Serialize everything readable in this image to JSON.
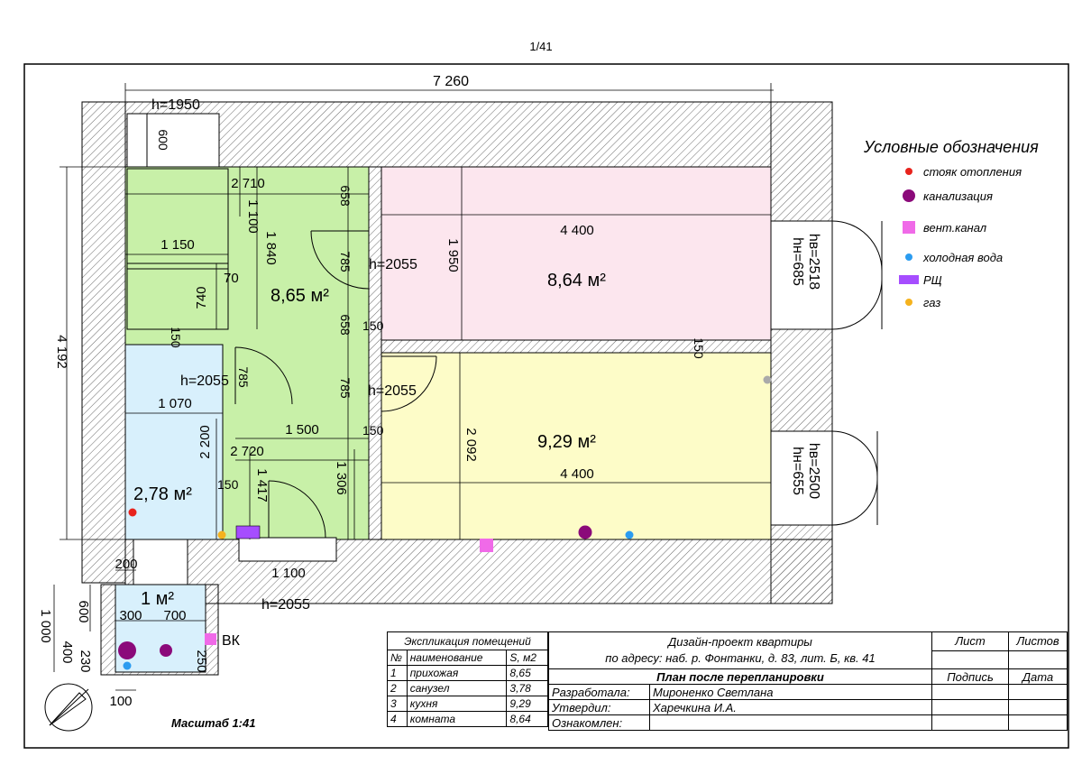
{
  "sheet_number": "1/41",
  "overall_dims": {
    "width": "7 260",
    "height": "4 192"
  },
  "rooms": [
    {
      "name": "hallway_area",
      "area": "8,65 м²"
    },
    {
      "name": "room_area",
      "area": "8,64 м²"
    },
    {
      "name": "kitchen_area",
      "area": "9,29 м²"
    },
    {
      "name": "bath_area",
      "area": "2,78 м²"
    },
    {
      "name": "wc_area",
      "area": "1 м²"
    }
  ],
  "dims": {
    "d_2710": "2 710",
    "d_1100a": "1 100",
    "d_1840": "1 840",
    "d_658a": "658",
    "d_785a": "785",
    "d_658b": "658",
    "d_785b": "785",
    "d_785c": "785",
    "d_1150": "1 150",
    "d_70": "70",
    "d_740": "740",
    "d_150a": "150",
    "d_150b": "150",
    "d_150c": "150",
    "d_150d": "150",
    "d_150e": "150",
    "d_1070": "1 070",
    "d_2200": "2 200",
    "d_1500": "1 500",
    "d_2720": "2 720",
    "d_1417": "1 417",
    "d_1306": "1 306",
    "d_4400a": "4 400",
    "d_1950": "1 950",
    "d_4400b": "4 400",
    "d_2092": "2 092",
    "d_1100b": "1 100",
    "d_600a": "600",
    "d_200": "200",
    "d_600b": "600",
    "d_1000": "1 000",
    "d_300": "300",
    "d_700": "700",
    "d_400": "400",
    "d_230": "230",
    "d_250": "250",
    "d_100": "100"
  },
  "heights": {
    "h_top": "h=1950",
    "h_door1": "h=2055",
    "h_door2": "h=2055",
    "h_door3": "h=2055",
    "h_entry": "h=2055",
    "win1_top": "hв=2518",
    "win1_bot": "hн=685",
    "win2_top": "hв=2500",
    "win2_bot": "hн=655"
  },
  "vk_label": "ВК",
  "legend": {
    "title": "Условные обозначения",
    "items": [
      {
        "label": "стояк отопления",
        "color": "#e8231c",
        "shape": "dot-small"
      },
      {
        "label": "канализация",
        "color": "#8b0a7a",
        "shape": "dot-large"
      },
      {
        "label": "вент.канал",
        "color": "#f06ae8",
        "shape": "square"
      },
      {
        "label": "холодная вода",
        "color": "#2b9cf0",
        "shape": "dot-small"
      },
      {
        "label": "РЩ",
        "color": "#a64dff",
        "shape": "rect"
      },
      {
        "label": "газ",
        "color": "#f5b21d",
        "shape": "dot-small"
      }
    ]
  },
  "scale": "Масштаб 1:41",
  "explication": {
    "title": "Экспликация помещений",
    "col_num": "№",
    "col_name": "наименование",
    "col_area": "S, м2",
    "rows": [
      {
        "n": "1",
        "name": "прихожая",
        "area": "8,65"
      },
      {
        "n": "2",
        "name": "санузел",
        "area": "3,78"
      },
      {
        "n": "3",
        "name": "кухня",
        "area": "9,29"
      },
      {
        "n": "4",
        "name": "комната",
        "area": "8,64"
      }
    ]
  },
  "stamp": {
    "project_title": "Дизайн-проект квартиры",
    "address": "по адресу: наб. р. Фонтанки, д. 83, лит. Б, кв. 41",
    "plan_title": "План после перепланировки",
    "sheet_label": "Лист",
    "sheets_label": "Листов",
    "sign_label": "Подпись",
    "date_label": "Дата",
    "developer_label": "Разработала:",
    "developer": "Мироненко Светлана",
    "approver_label": "Утвердил:",
    "approver": "Харечкина И.А.",
    "reviewed_label": "Ознакомлен:"
  },
  "colors": {
    "hall": "#c8f0a8",
    "room": "#fce6ee",
    "kitchen": "#fdfcc8",
    "bath": "#d8f0fc",
    "wall_hatch": "#555555"
  }
}
